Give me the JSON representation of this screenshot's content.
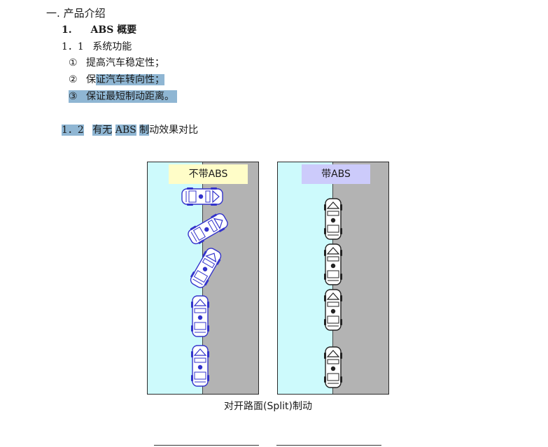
{
  "section": {
    "number": "一.",
    "title": "产品介绍"
  },
  "subsection": {
    "number": "1.",
    "title_abbr": "ABS",
    "title_rest": "概要"
  },
  "item_1_1": {
    "number": "1．1",
    "title": "系统功能"
  },
  "functions": [
    {
      "marker": "①",
      "text": "提高汽车稳定性；"
    },
    {
      "marker": "②",
      "text_a": "保",
      "text_b": "证汽车转向性；"
    },
    {
      "marker": "③",
      "text": "保证最短制动距离。"
    }
  ],
  "item_1_2": {
    "number": "1．2",
    "part1": "有无",
    "part2": "ABS",
    "part3": "制",
    "part4": "动效果对比"
  },
  "figure": {
    "left_label": "不带ABS",
    "right_label": "带ABS",
    "caption": "对开路面(Split)制动",
    "colors": {
      "low_friction": "#cdfafc",
      "high_friction": "#b3b3b3",
      "left_tag": "#fffdc8",
      "right_tag": "#cccbfb",
      "car_abs": "#3333cc",
      "car_no_abs": "#222222"
    }
  }
}
